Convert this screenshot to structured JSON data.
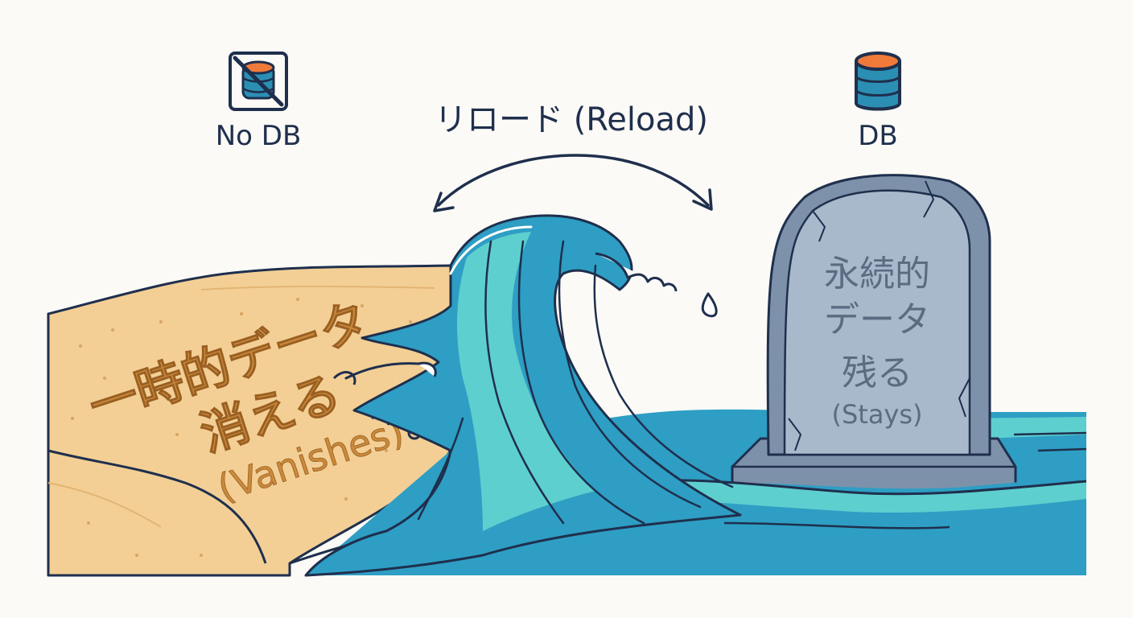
{
  "labels": {
    "no_db": "No DB",
    "db": "DB",
    "reload": "リロード (Reload)"
  },
  "sand": {
    "line1": "一時的データ",
    "line2": "消える",
    "line3": "(Vanishes)"
  },
  "tombstone": {
    "line1": "永続的",
    "line2": "データ",
    "line3": "残る",
    "line4": "(Stays)"
  },
  "icons": {
    "no_db": "crossed-database-icon",
    "db": "database-icon",
    "reload": "double-arrow-arc-icon"
  },
  "colors": {
    "ink": "#1f2f4d",
    "sand": "#f3cf95",
    "sand_text": "#c98a3b",
    "wave_dark": "#2e9ec4",
    "wave_light": "#5ecfcf",
    "stone": "#9eb0c3",
    "stone_text": "#5a6c82",
    "db_top": "#f07a3a",
    "db_body": "#2b8fb3"
  }
}
